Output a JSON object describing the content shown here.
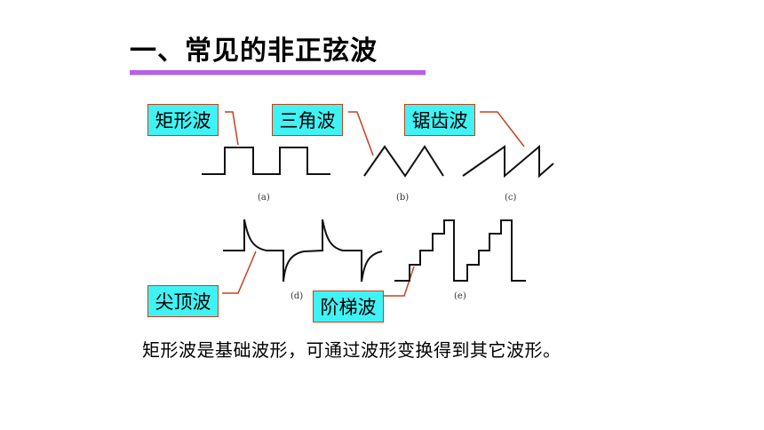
{
  "title": "一、常见的非正弦波",
  "labels": {
    "square": "矩形波",
    "triangle": "三角波",
    "sawtooth": "锯齿波",
    "spike": "尖顶波",
    "staircase": "阶梯波"
  },
  "sublabels": {
    "a": "(a)",
    "b": "(b)",
    "c": "(c)",
    "d": "(d)",
    "e": "(e)"
  },
  "caption": "矩形波是基础波形，可通过波形变换得到其它波形。",
  "colors": {
    "label_fill": "#3ff3f5",
    "label_border": "#c8401c",
    "title_underline": "#b65ef0"
  }
}
